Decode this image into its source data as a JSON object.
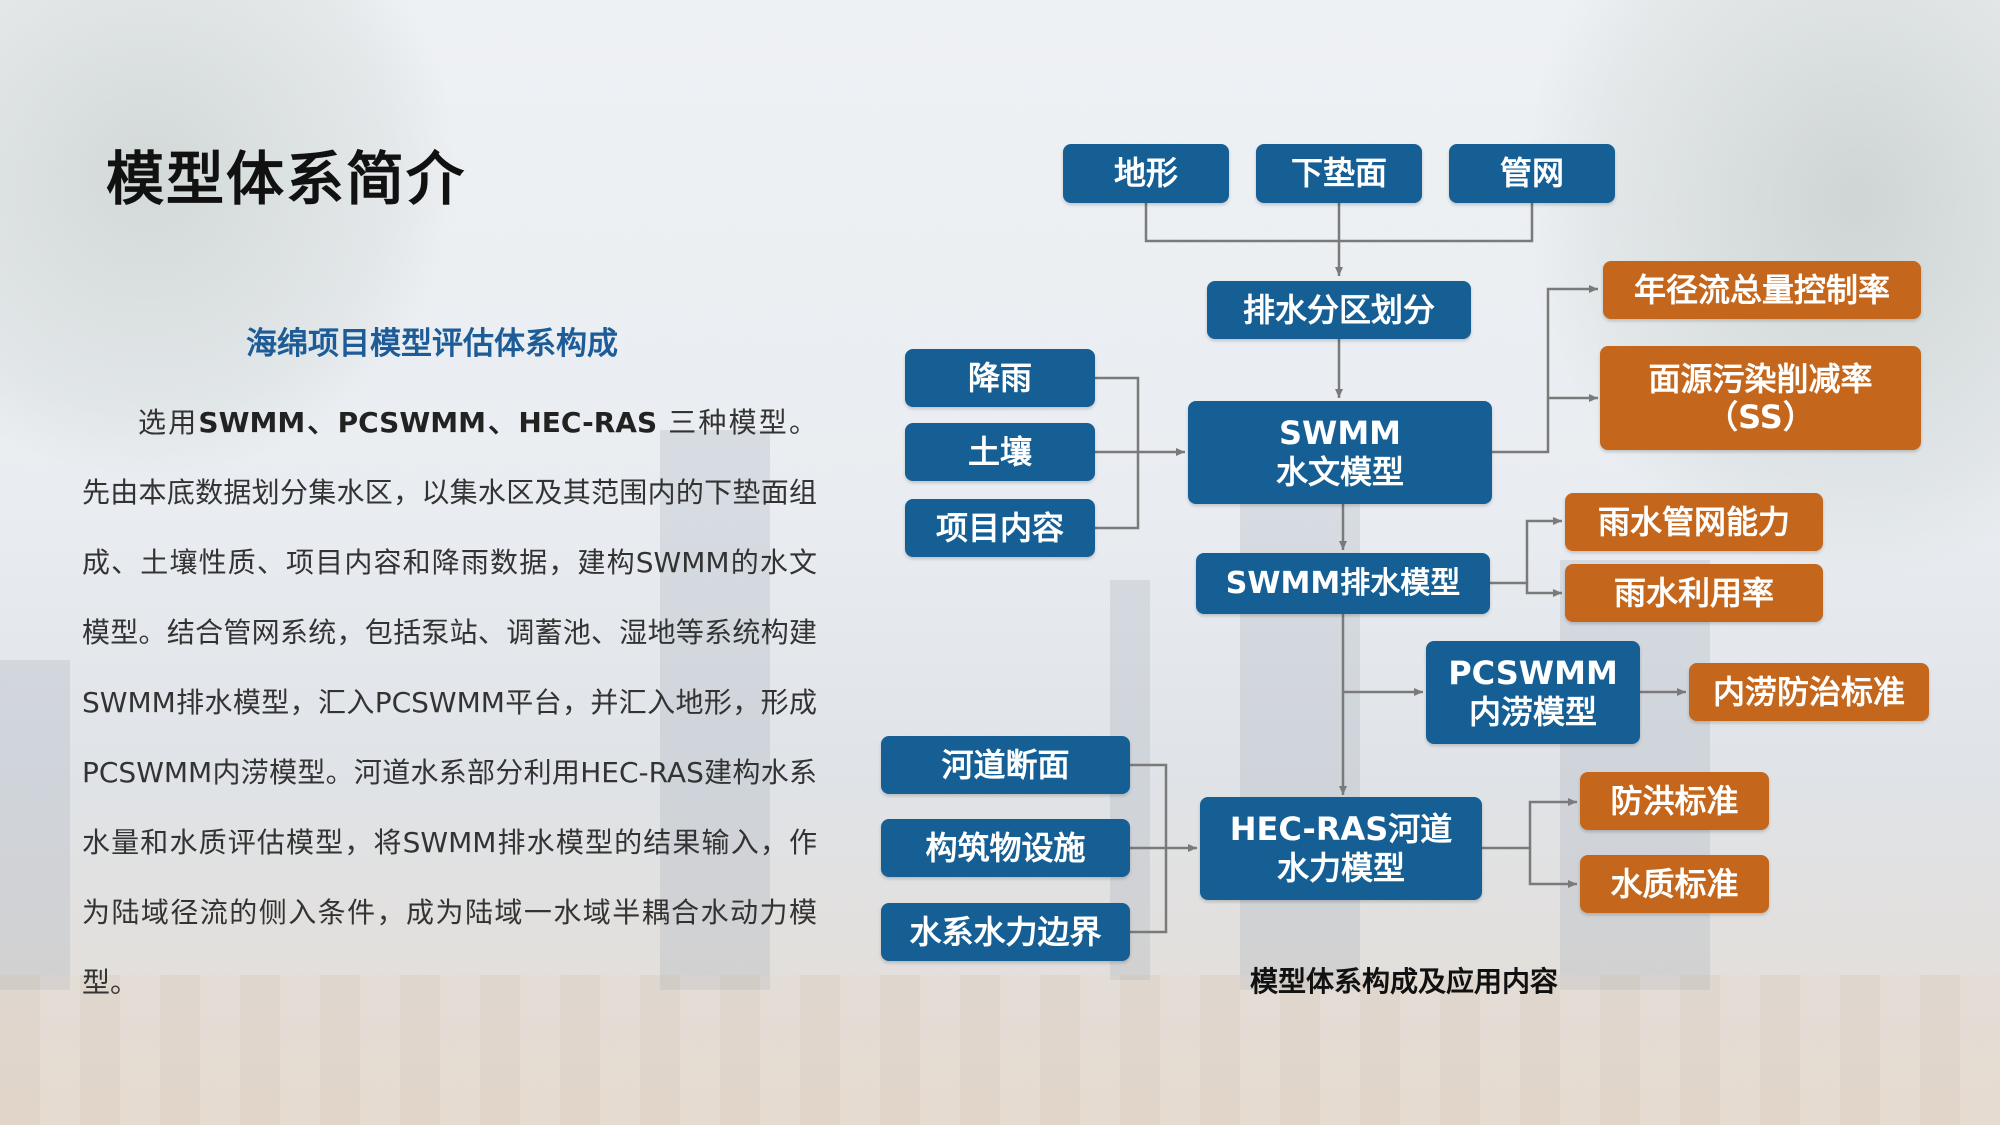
{
  "slide": {
    "title": "模型体系简介"
  },
  "text_panel": {
    "heading": "海绵项目模型评估体系构成",
    "intro_prefix": "选用",
    "intro_models": "SWMM、PCSWMM、HEC-RAS",
    "intro_rest": " 三种模型。先由本底数据划分集水区，以集水区及其范围内的下垫面组成、土壤性质、项目内容和降雨数据，建构SWMM的水文模型。结合管网系统，包括泵站、调蓄池、湿地等系统构建SWMM排水模型，汇入PCSWMM平台，并汇入地形，形成PCSWMM内涝模型。河道水系部分利用HEC-RAS建构水系水量和水质评估模型，将SWMM排水模型的结果输入，作为陆域径流的侧入条件，成为陆域一水域半耦合水动力模型。"
  },
  "diagram": {
    "caption": "模型体系构成及应用内容",
    "colors": {
      "input": "#155f95",
      "output": "#c4661b",
      "line": "#7a7a7a"
    },
    "inputs_top": [
      "地形",
      "下垫面",
      "管网"
    ],
    "partition": "排水分区划分",
    "inputs_left": [
      "降雨",
      "土壤",
      "项目内容"
    ],
    "swmm_hydro": [
      "SWMM",
      "水文模型"
    ],
    "swmm_drain": "SWMM排水模型",
    "pcswmm": [
      "PCSWMM",
      "内涝模型"
    ],
    "inputs_river": [
      "河道断面",
      "构筑物设施",
      "水系水力边界"
    ],
    "hecras": [
      "HEC-RAS河道",
      "水力模型"
    ],
    "outputs_hydro": [
      "年径流总量控制率",
      "面源污染削减率",
      "（SS）"
    ],
    "outputs_drain": [
      "雨水管网能力",
      "雨水利用率"
    ],
    "output_pcswmm": "内涝防治标准",
    "outputs_hecras": [
      "防洪标准",
      "水质标准"
    ]
  }
}
